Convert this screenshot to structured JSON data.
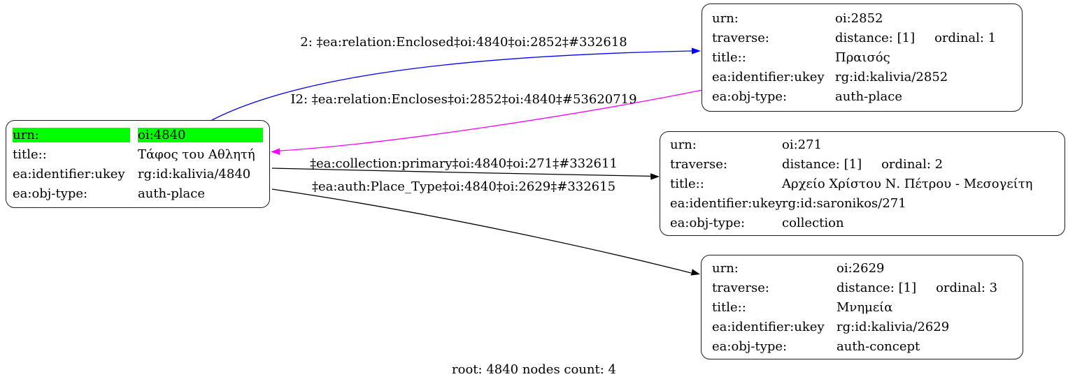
{
  "caption": "root: 4840 nodes count: 4",
  "colors": {
    "highlight": "#00ff00",
    "enclosed_edge": "#0000ff",
    "encloses_edge": "#ff00ff",
    "default_edge": "#000000"
  },
  "nodes": {
    "root": {
      "rows": [
        {
          "key": "urn:",
          "value": "oi:4840"
        },
        {
          "key": "title::",
          "value": "Τάφος του Αθλητή"
        },
        {
          "key": "ea:identifier:ukey",
          "value": "rg:id:kalivia/4840"
        },
        {
          "key": "ea:obj-type:",
          "value": "auth-place"
        }
      ]
    },
    "place_2852": {
      "rows": [
        {
          "key": "urn:",
          "value": "oi:2852"
        },
        {
          "key": "traverse:",
          "value": "distance: [1]",
          "value2": "ordinal: 1"
        },
        {
          "key": "title::",
          "value": "Πραισός"
        },
        {
          "key": "ea:identifier:ukey",
          "value": "rg:id:kalivia/2852"
        },
        {
          "key": "ea:obj-type:",
          "value": "auth-place"
        }
      ]
    },
    "collection_271": {
      "rows": [
        {
          "key": "urn:",
          "value": "oi:271"
        },
        {
          "key": "traverse:",
          "value": "distance: [1]",
          "value2": "ordinal: 2"
        },
        {
          "key": "title::",
          "value": "Αρχείο Χρίστου Ν. Πέτρου - Μεσογείτη"
        },
        {
          "key": "ea:identifier:ukey",
          "value": "rg:id:saronikos/271"
        },
        {
          "key": "ea:obj-type:",
          "value": "collection"
        }
      ]
    },
    "concept_2629": {
      "rows": [
        {
          "key": "urn:",
          "value": "oi:2629"
        },
        {
          "key": "traverse:",
          "value": "distance: [1]",
          "value2": "ordinal: 3"
        },
        {
          "key": "title::",
          "value": "Μνημεία"
        },
        {
          "key": "ea:identifier:ukey",
          "value": "rg:id:kalivia/2629"
        },
        {
          "key": "ea:obj-type:",
          "value": "auth-concept"
        }
      ]
    }
  },
  "edges": [
    {
      "name": "relation-enclosed",
      "label": "2: ‡ea:relation:Enclosed‡oi:4840‡oi:2852‡#332618",
      "color": "#0000ff"
    },
    {
      "name": "relation-encloses",
      "label": "I2: ‡ea:relation:Encloses‡oi:2852‡oi:4840‡#53620719",
      "color": "#ff00ff"
    },
    {
      "name": "collection-primary",
      "label": "‡ea:collection:primary‡oi:4840‡oi:271‡#332611",
      "color": "#000000"
    },
    {
      "name": "auth-place-type",
      "label": "‡ea:auth:Place_Type‡oi:4840‡oi:2629‡#332615",
      "color": "#000000"
    }
  ]
}
